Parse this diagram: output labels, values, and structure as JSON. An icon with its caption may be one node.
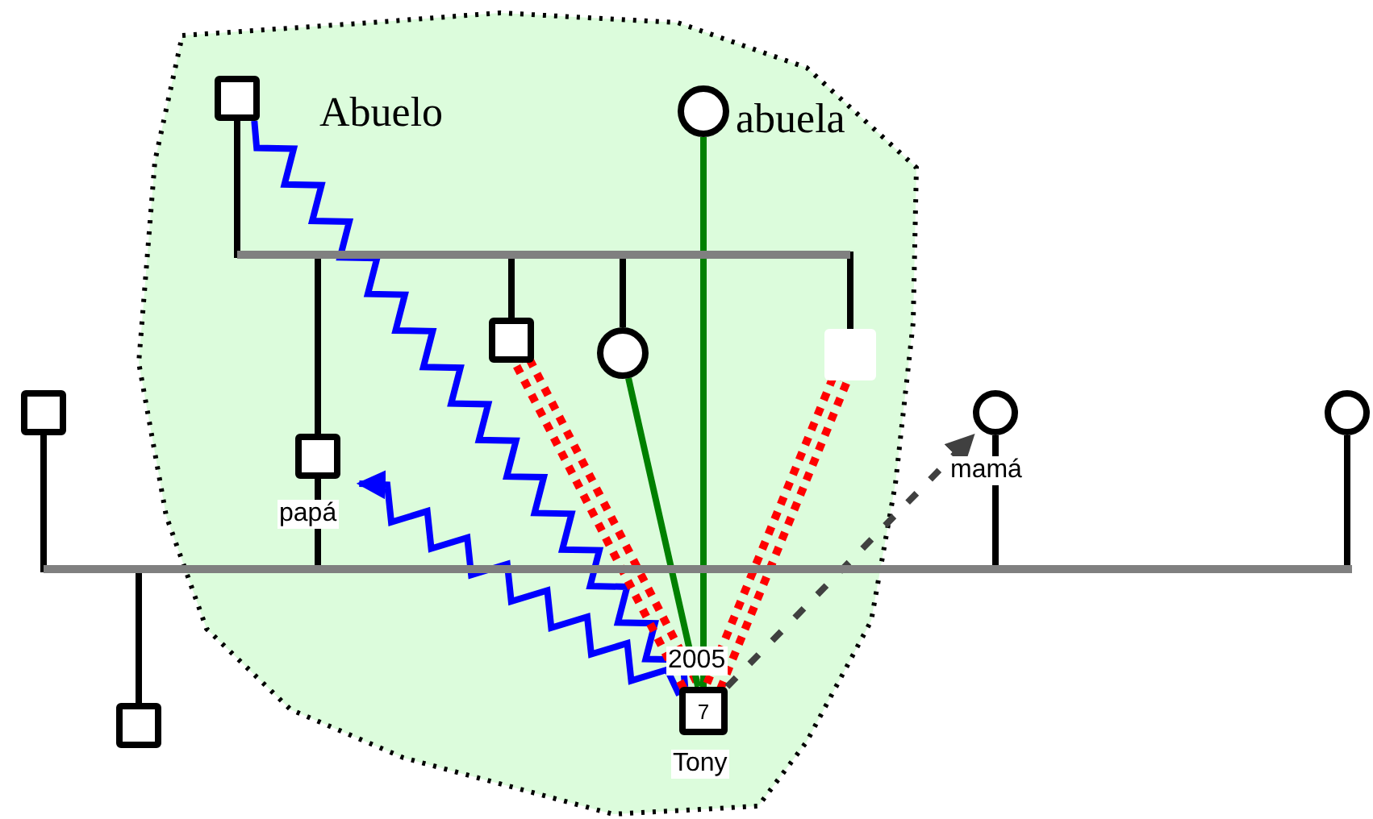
{
  "diagram": {
    "nodes": [
      {
        "text": [],
        "shape": "box",
        "beside": [
          "Abuelo"
        ]
      },
      {
        "text": [],
        "shape": "circle",
        "beside": [
          "abuela"
        ]
      },
      {
        "text": [],
        "shape": "box",
        "beside": [
          "papá"
        ]
      },
      {
        "text": [],
        "shape": "box"
      },
      {
        "text": [],
        "shape": "circle"
      },
      {
        "text": [],
        "shape": "box"
      },
      {
        "text": [],
        "shape": "box"
      },
      {
        "text": [],
        "shape": "circle",
        "beside": [
          "mamá"
        ]
      },
      {
        "text": [],
        "shape": "circle"
      },
      {
        "text": [],
        "shape": "box"
      },
      {
        "text": [
          "7"
        ],
        "beside": [
          "2005",
          "Tony"
        ]
      }
    ],
    "edges": [
      {
        "from": 0,
        "to": 2,
        "arrow": "none"
      },
      {
        "from": 0,
        "to": 3,
        "arrow": "none"
      },
      {
        "from": 0,
        "to": 4,
        "arrow": "none"
      },
      {
        "from": 0,
        "to": 5,
        "arrow": "none"
      },
      {
        "from": 6,
        "to": 2,
        "arrow": "none"
      },
      {
        "from": 6,
        "to": 7,
        "arrow": "none"
      },
      {
        "from": 6,
        "to": 8,
        "arrow": "none"
      },
      {
        "from": 6,
        "to": 9,
        "arrow": "none"
      },
      {
        "from": 0,
        "to": 10,
        "arrow": "none",
        "color": "#0000ff"
      },
      {
        "from": 10,
        "to": 2,
        "arrow": "to",
        "color": "#0000ff"
      },
      {
        "from": 3,
        "to": 10,
        "arrow": "none",
        "style": "dashed",
        "color": "#ff0000"
      },
      {
        "from": 4,
        "to": 10,
        "arrow": "none",
        "color": "#008000"
      },
      {
        "from": 1,
        "to": 10,
        "arrow": "none",
        "color": "#008000"
      },
      {
        "from": 5,
        "to": 10,
        "arrow": "none",
        "style": "dashed",
        "color": "#ff0000"
      },
      {
        "from": 10,
        "to": 7,
        "arrow": "to",
        "style": "dashed",
        "color": "#404040"
      }
    ]
  }
}
